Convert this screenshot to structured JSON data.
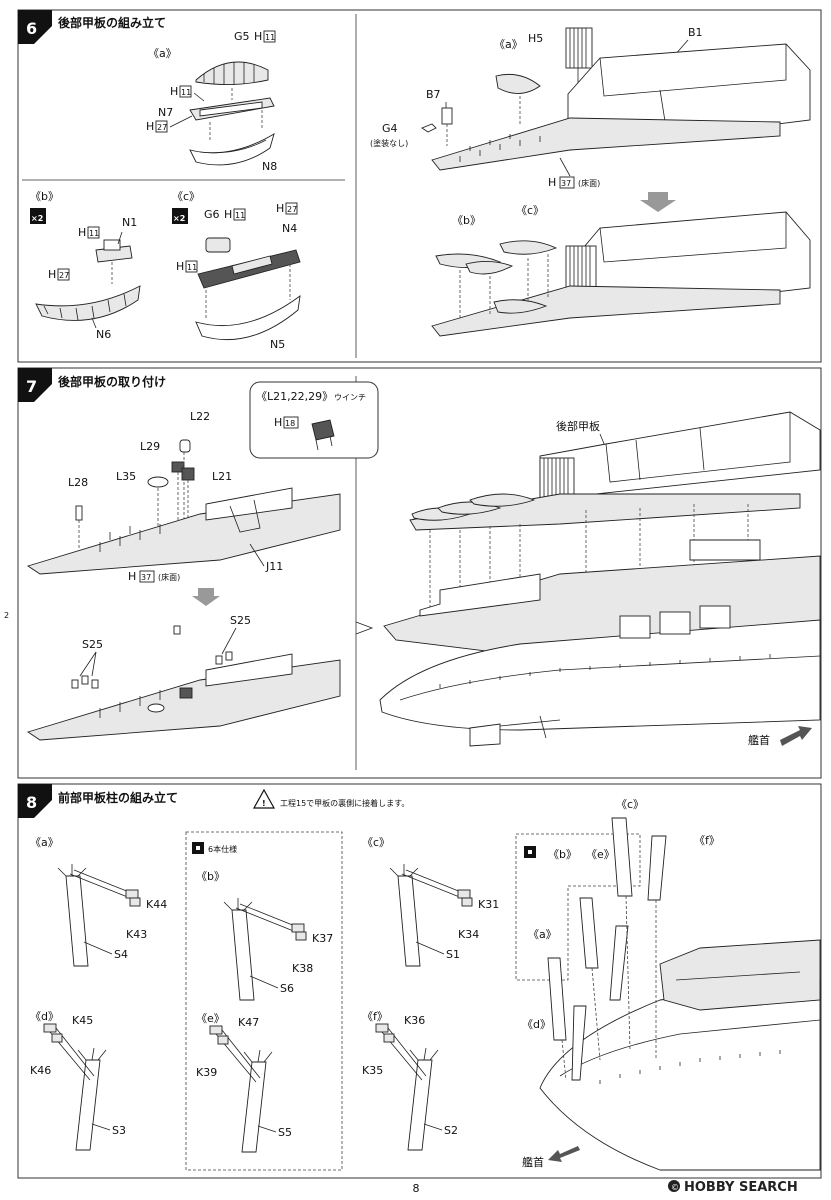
{
  "page_number": "8",
  "side_mark": "2",
  "watermark": "HOBBY SEARCH",
  "watermark_copy": "©",
  "step6": {
    "number": "6",
    "title": "後部甲板の組み立て",
    "sub_a": "《a》",
    "sub_b": "《b》",
    "sub_c": "《c》",
    "mult_b": "×2",
    "mult_c": "×2",
    "labels": {
      "g5": "G5",
      "h11_a": "H",
      "box11_a": "11",
      "h11_a2": "H",
      "box11_a2": "11",
      "n7": "N7",
      "h27_a": "H",
      "box27_a": "27",
      "n8": "N8",
      "n1": "N1",
      "h11_b": "H",
      "box11_b": "11",
      "h27_b": "H",
      "box27_b": "27",
      "n6": "N6",
      "g6": "G6",
      "h11_c": "H",
      "box11_c": "11",
      "h27_c": "H",
      "box27_c": "27",
      "n4": "N4",
      "h11_c2": "H",
      "box11_c2": "11",
      "n5": "N5",
      "h5": "H5",
      "b1": "B1",
      "sub_a2": "《a》",
      "b7": "B7",
      "g4": "G4",
      "no_paint": "(塗装なし)",
      "h37": "H",
      "box37": "37",
      "floor": "(床面)",
      "sub_b2": "《b》",
      "sub_c2": "《c》"
    }
  },
  "step7": {
    "number": "7",
    "title": "後部甲板の取り付け",
    "winch_title": "《L21,22,29》",
    "winch_label": "ウインチ",
    "winch_h": "H",
    "winch_box": "18",
    "labels": {
      "l22": "L22",
      "l29": "L29",
      "l35": "L35",
      "l21": "L21",
      "l28": "L28",
      "j11": "J11",
      "h37": "H",
      "box37": "37",
      "floor": "(床面)",
      "s25a": "S25",
      "s25b": "S25",
      "rear_deck": "後部甲板",
      "bow": "艦首"
    }
  },
  "step8": {
    "number": "8",
    "title": "前部甲板柱の組み立て",
    "note": "工程15で甲板の裏側に接着します。",
    "six_spec": "6本仕様",
    "six_spec2": "",
    "groups": [
      {
        "sub": "《a》",
        "p1": "K44",
        "p2": "K43",
        "s": "S4"
      },
      {
        "sub": "《b》",
        "p1": "K37",
        "p2": "K38",
        "s": "S6"
      },
      {
        "sub": "《c》",
        "p1": "K31",
        "p2": "K34",
        "s": "S1"
      },
      {
        "sub": "《d》",
        "p1": "K45",
        "p2": "K46",
        "s": "S3"
      },
      {
        "sub": "《e》",
        "p1": "K47",
        "p2": "K39",
        "s": "S5"
      },
      {
        "sub": "《f》",
        "p1": "K36",
        "p2": "K35",
        "s": "S2"
      }
    ],
    "right": {
      "a": "《a》",
      "b": "《b》",
      "c": "《c》",
      "d": "《d》",
      "e": "《e》",
      "f": "《f》",
      "bow": "艦首"
    }
  }
}
